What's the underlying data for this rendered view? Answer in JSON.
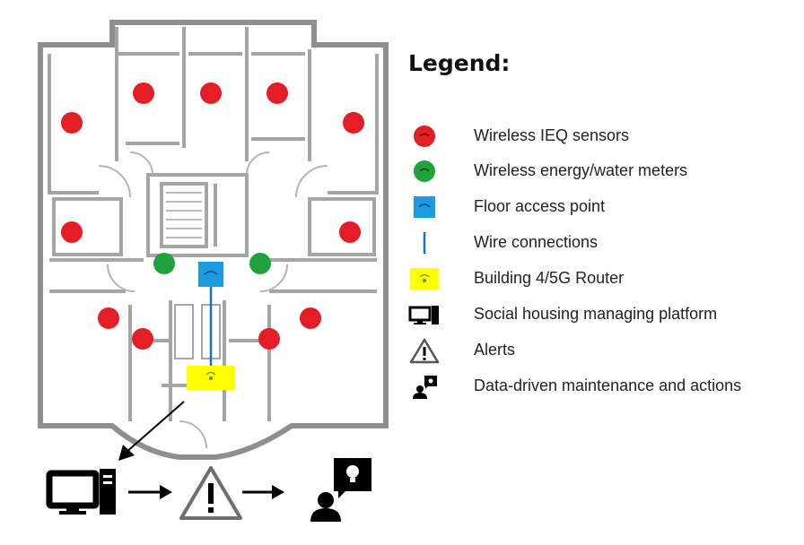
{
  "legend": {
    "title": "Legend:",
    "items": [
      {
        "icon": "red-sensor-dot-icon",
        "label": "Wireless IEQ sensors",
        "color": "#e31e24"
      },
      {
        "icon": "green-meter-dot-icon",
        "label": "Wireless energy/water meters",
        "color": "#1fa23c"
      },
      {
        "icon": "blue-access-point-icon",
        "label": "Floor access point",
        "color": "#1d9be0"
      },
      {
        "icon": "wire-line-icon",
        "label": "Wire connections",
        "color": "#1d6fb8"
      },
      {
        "icon": "yellow-router-icon",
        "label": "Building 4/5G Router",
        "color": "#ffff00"
      },
      {
        "icon": "computer-icon",
        "label": "Social housing managing platform"
      },
      {
        "icon": "warning-triangle-icon",
        "label": "Alerts"
      },
      {
        "icon": "person-idea-icon",
        "label": "Data-driven maintenance and actions"
      }
    ]
  },
  "colors": {
    "sensor": "#e31e24",
    "meter": "#1fa23c",
    "access_point": "#1d9be0",
    "router": "#ffff00",
    "wall": "#9a9a9a"
  }
}
